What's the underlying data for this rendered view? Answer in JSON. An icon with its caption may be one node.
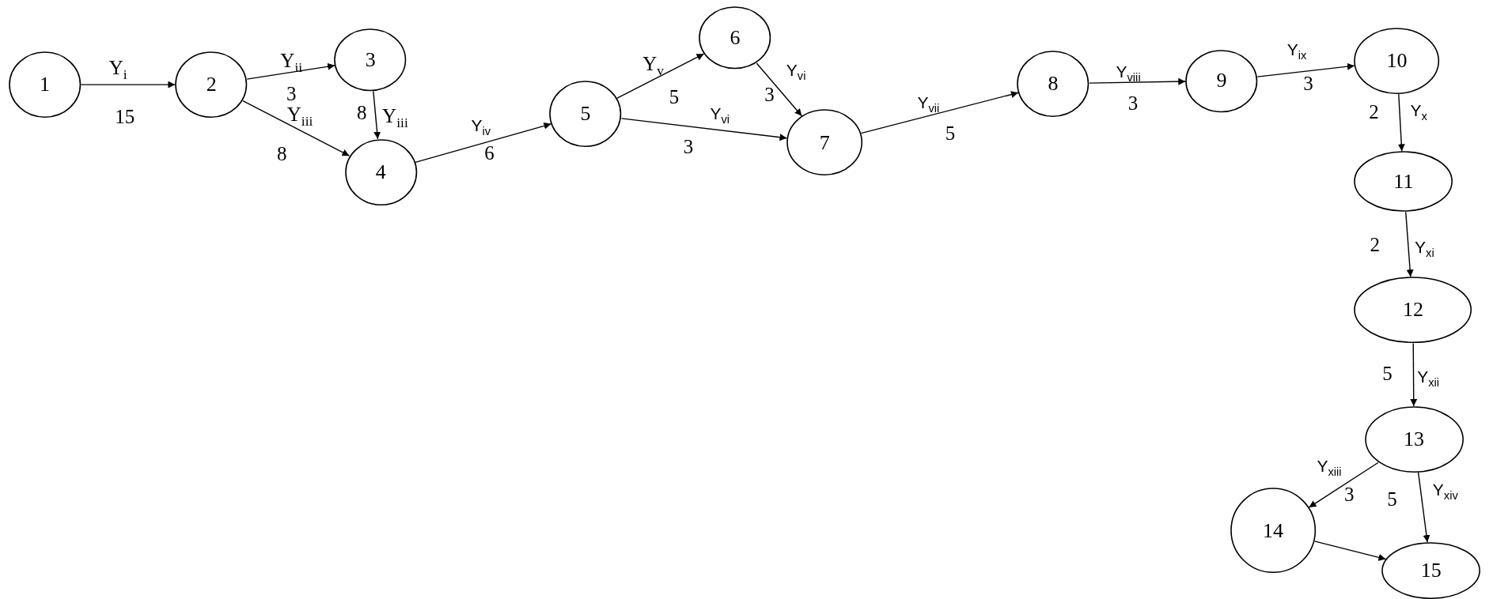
{
  "diagram": {
    "nodes": [
      {
        "text": [
          "1"
        ]
      },
      {
        "text": [
          "2"
        ]
      },
      {
        "text": [
          "3"
        ]
      },
      {
        "text": [
          "4"
        ]
      },
      {
        "text": [
          "5"
        ]
      },
      {
        "text": [
          "6"
        ]
      },
      {
        "text": [
          "7"
        ]
      },
      {
        "text": [
          "8"
        ]
      },
      {
        "text": [
          "9"
        ]
      },
      {
        "text": [
          "10"
        ]
      },
      {
        "text": [
          "11"
        ]
      },
      {
        "text": [
          "12"
        ]
      },
      {
        "text": [
          "13"
        ]
      },
      {
        "text": [
          "14"
        ]
      },
      {
        "text": [
          "15"
        ]
      }
    ],
    "edges": [
      {
        "from": 0,
        "to": 1,
        "arrow": "to",
        "label": "Y$_{i}$"
      },
      {
        "from": 1,
        "to": 2,
        "arrow": "to",
        "label": "Y$_{ii}$"
      },
      {
        "from": 1,
        "to": 3,
        "arrow": "to",
        "label": "Y$_{iii}$"
      },
      {
        "from": 2,
        "to": 3,
        "arrow": "to",
        "label": "Y$_{iii}$"
      },
      {
        "from": 3,
        "to": 4,
        "arrow": "to",
        "label": "Y$_{iv}$"
      },
      {
        "from": 4,
        "to": 5,
        "arrow": "to",
        "label": "Y$_{v}$"
      },
      {
        "from": 4,
        "to": 6,
        "arrow": "to",
        "label": "Y$_{vi}$"
      },
      {
        "from": 5,
        "to": 6,
        "arrow": "to",
        "label": "Y$_{vi}$"
      },
      {
        "from": 6,
        "to": 7,
        "arrow": "to",
        "label": "Y$_{vii}$"
      },
      {
        "from": 7,
        "to": 8,
        "arrow": "to",
        "label": "Y$_{viii}$"
      },
      {
        "from": 8,
        "to": 9,
        "arrow": "to",
        "label": "Y$_{ix}$"
      },
      {
        "from": 9,
        "to": 10,
        "arrow": "to",
        "label": "Y$_{x}$"
      },
      {
        "from": 10,
        "to": 11,
        "arrow": "to",
        "label": "Y$_{xi}$"
      },
      {
        "from": 11,
        "to": 12,
        "arrow": "to",
        "label": "Y$_{xii}$"
      },
      {
        "from": 12,
        "to": 13,
        "arrow": "to",
        "label": "Y$_{xiii}$"
      },
      {
        "from": 12,
        "to": 14,
        "arrow": "to",
        "label": "Y$_{xiv}$"
      },
      {
        "from": 13,
        "to": 14,
        "arrow": "to"
      }
    ],
    "labels": [
      "15",
      "3",
      "8",
      "8",
      "6",
      "5",
      "3",
      "3",
      "5",
      "3",
      "3",
      "2",
      "2",
      "5",
      "3",
      "5"
    ]
  }
}
